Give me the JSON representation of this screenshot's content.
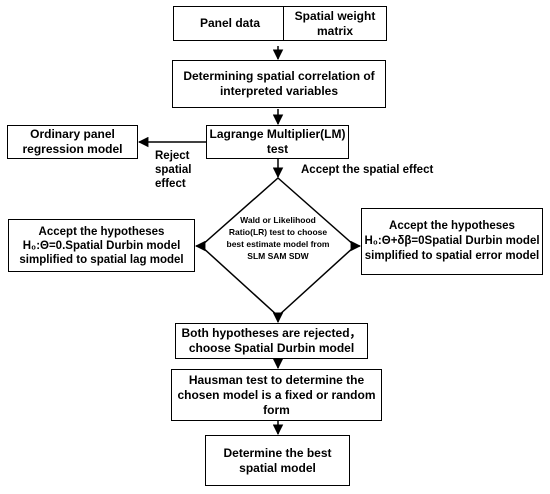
{
  "nodes": {
    "panel_data": "Panel data",
    "spatial_weight_matrix": "Spatial weight matrix",
    "determine_correlation": "Determining spatial correlation of interpreted variables",
    "lm_test": "Lagrange Multiplier(LM) test",
    "ordinary_panel": "Ordinary panel regression model",
    "wald_lr": "Wald or Likelihood Ratio(LR) test to choose best estimate model from SLM  SAM SDW",
    "accept_lag": "Accept the hypotheses H₀:Θ=0.Spatial Durbin model simplified to spatial lag model",
    "accept_error": "Accept the hypotheses H₀:Θ+δβ=0Spatial Durbin model simplified to spatial error model",
    "both_rejected": "Both hypotheses are rejected，choose  Spatial Durbin model",
    "hausman": "Hausman test to determine the chosen model is a fixed or random form",
    "best_model": "Determine the best spatial model"
  },
  "edge_labels": {
    "reject_spatial": "Reject spatial effect",
    "accept_spatial": "Accept the spatial effect"
  }
}
